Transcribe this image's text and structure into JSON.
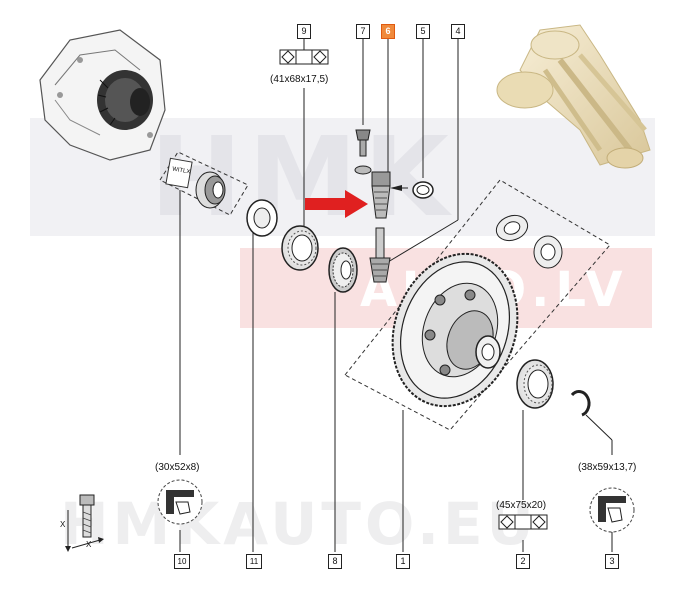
{
  "watermark": {
    "top_text": "HMK",
    "middle_text": "AUTO.LV",
    "bottom_text": "HMKAUTO.EU"
  },
  "callouts": {
    "item1": "1",
    "item2": "2",
    "item3": "3",
    "item4": "4",
    "item5": "5",
    "item6": "6",
    "item7": "7",
    "item8": "8",
    "item9": "9",
    "item10": "10",
    "item11": "11"
  },
  "dimensions": {
    "bearing_9": "(41x68x17,5)",
    "seal_10": "(30x52x8)",
    "bearing_2": "(45x75x20)",
    "seal_3": "(38x59x13,7)"
  },
  "kit_label": "WITLX",
  "axis_labels": {
    "x": "X",
    "x2": "X"
  },
  "colors": {
    "highlight": "#f08a3c",
    "arrow": "#e02020",
    "line": "#222222",
    "watermark_red": "#f7dede",
    "watermark_gray": "#ececf0",
    "plastic": "#e9dcb8"
  }
}
